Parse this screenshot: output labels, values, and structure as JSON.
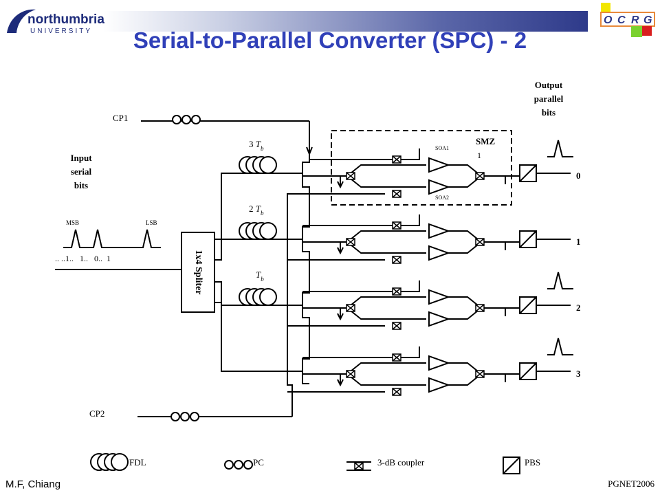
{
  "slide": {
    "title": "Serial-to-Parallel Converter (SPC) - 2",
    "footer_left": "M.F, Chiang",
    "footer_right": "PGNET2006"
  },
  "logos": {
    "university_name": "northumbria",
    "university_sub": "UNIVERSITY",
    "group_letters": [
      "O",
      "C",
      "R",
      "G"
    ],
    "group_colors": {
      "yellow": "#f2e600",
      "orange": "#e8893a",
      "green": "#7bd12f",
      "red": "#d81e1e"
    }
  },
  "diagram": {
    "input": {
      "title_lines": [
        "Input",
        "serial",
        "bits"
      ],
      "msb": "MSB",
      "lsb": "LSB",
      "bit_sequence": ".. ..1..   1..   0..  1"
    },
    "output": {
      "title_lines": [
        "Output",
        "parallel",
        "bits"
      ],
      "channels": [
        "0",
        "1",
        "2",
        "3"
      ]
    },
    "clocks": {
      "cp1": "CP1",
      "cp2": "CP2"
    },
    "splitter": "1x4 Spliter",
    "delays": {
      "d3": "3",
      "d2": "2",
      "d1": "",
      "tb": "T",
      "tb_sub": "b"
    },
    "smz": {
      "line1": "SMZ",
      "line2": "1",
      "soa1": "SOA1",
      "soa2": "SOA2"
    },
    "legend": {
      "fdl": "FDL",
      "pc": "PC",
      "coupler": "3-dB coupler",
      "pbs": "PBS"
    }
  }
}
